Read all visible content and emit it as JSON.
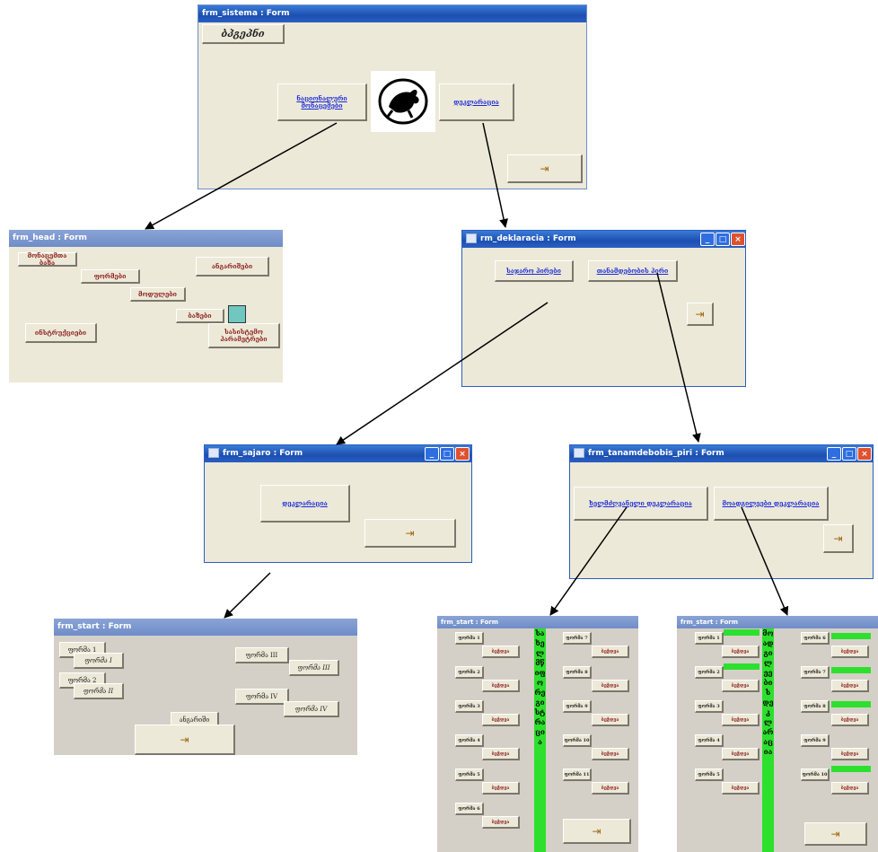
{
  "forms": {
    "sistema": {
      "title": "frm_sistema : Form",
      "header_label": "ბპგეპნი",
      "btn_left": "ნაციონალური მონაცემები",
      "btn_right": "დეკლარაცია",
      "exit": "⇥"
    },
    "head": {
      "title": "frm_head : Form",
      "btns": [
        "მონაცემთა ბაზა",
        "ფორმები",
        "ანგარიშები",
        "მოდულები",
        "ბაზები",
        "სასისტემო პარამეტრები",
        "ინსტრუქციები"
      ]
    },
    "deklaracia": {
      "title": "rm_deklaracia : Form",
      "btn_left": "საჯარო პირები",
      "btn_right": "თანამდებობის პირი",
      "exit": "⇥"
    },
    "sajaro": {
      "title": "frm_sajaro : Form",
      "btn": "დეკლარაცია",
      "exit": "⇥"
    },
    "tanamdebobis": {
      "title": "frm_tanamdebobis_piri : Form",
      "btn_left": "ხელმძღვანელი დეკლარაცია",
      "btn_right": "მოადგილეები დეკლარაცია",
      "exit": "⇥"
    },
    "start1": {
      "title": "frm_start : Form",
      "btns": [
        "ფორმა 1",
        "ფორმა I",
        "ფორმა III",
        "ფორმა III",
        "ფორმა 2",
        "ფორმა II",
        "ფორმა IV",
        "ფორმა IV",
        "ანგარიში"
      ],
      "exit": "⇥"
    },
    "start2": {
      "title": "frm_start : Form",
      "col1": [
        "ფორმა 1",
        "ფორმა 2",
        "ფორმა 3",
        "ფორმა 4",
        "ფორმა 5",
        "ფორმა 6"
      ],
      "col2": [
        "ფორმა 7",
        "ფორმა 8",
        "ფორმა 9",
        "ფორმა 10",
        "ფორმა 11"
      ],
      "sub": "ბეჭდვა",
      "bar": "სახელმწიფო რეგისტრაცია",
      "exit": "⇥"
    },
    "start3": {
      "title": "frm_start : Form",
      "col1": [
        "ფორმა 1",
        "ფორმა 2",
        "ფორმა 3",
        "ფორმა 4",
        "ფორმა 5"
      ],
      "col2": [
        "ფორმა 6",
        "ფორმა 7",
        "ფორმა 8",
        "ფორმა 9",
        "ფორმა 10"
      ],
      "sub": "ბეჭდვა",
      "bar": "მოადგილეების დეკლარაცია",
      "exit": "⇥"
    }
  },
  "colors": {
    "form_bg": "#ece9d8",
    "title_blue": "#1c4fb0",
    "link": "#1d2bd6",
    "green": "#2de02d"
  }
}
